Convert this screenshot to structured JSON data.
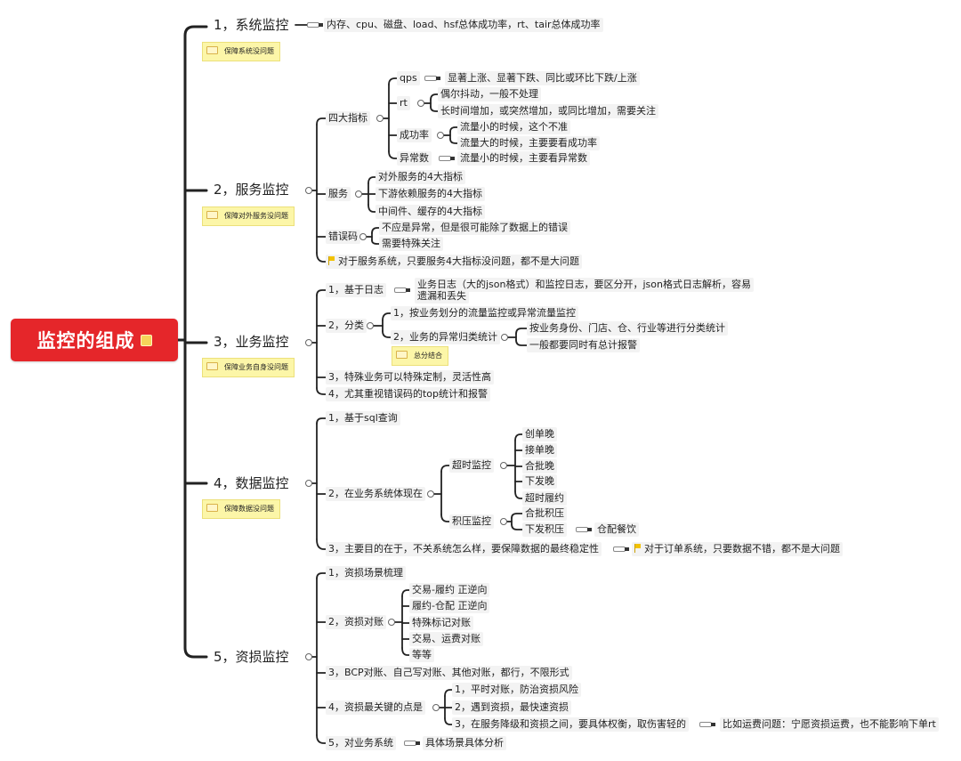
{
  "root": {
    "label": "监控的组成"
  },
  "branches": [
    {
      "title": "1，系统监控",
      "note": "保障系统没问题",
      "detail": "内存、cpu、磁盘、load、hsf总体成功率，rt、tair总体成功率"
    },
    {
      "title": "2，服务监控",
      "note": "保障对外服务没问题",
      "groups": [
        {
          "label": "四大指标",
          "items": [
            {
              "label": "qps",
              "children": [
                "显著上涨、显著下跌、同比或环比下跌/上涨"
              ]
            },
            {
              "label": "rt",
              "children": [
                "偶尔抖动，一般不处理",
                "长时间增加，或突然增加，或同比增加，需要关注"
              ]
            },
            {
              "label": "成功率",
              "children": [
                "流量小的时候，这个不准",
                "流量大的时候，主要要看成功率"
              ]
            },
            {
              "label": "异常数",
              "children": [
                "流量小的时候，主要看异常数"
              ]
            }
          ]
        },
        {
          "label": "服务",
          "items": [
            "对外服务的4大指标",
            "下游依赖服务的4大指标",
            "中间件、缓存的4大指标"
          ]
        },
        {
          "label": "错误码",
          "items": [
            "不应是异常，但是很可能除了数据上的错误",
            "需要特殊关注"
          ]
        }
      ],
      "flag_note": "对于服务系统，只要服务4大指标没问题，都不是大问题"
    },
    {
      "title": "3，业务监控",
      "note": "保障业务自身没问题",
      "item1": {
        "label": "1，基于日志",
        "line1": "业务日志（大的json格式）和监控日志，要区分开，json格式日志解析，容易",
        "line2": "遗漏和丢失"
      },
      "item2": {
        "label": "2，分类",
        "sub1": "1，按业务划分的流量监控或异常流量监控",
        "sub2": "2，业务的异常归类统计",
        "sub2_children": [
          "按业务身份、门店、仓、行业等进行分类统计",
          "一般都要同时有总计报警"
        ],
        "note": "总分结合"
      },
      "item3": "3，特殊业务可以特殊定制，灵活性高",
      "item4": "4，尤其重视错误码的top统计和报警"
    },
    {
      "title": "4，数据监控",
      "note": "保障数据没问题",
      "item1": "1，基于sql查询",
      "item2": {
        "label": "2，在业务系统体现在",
        "timeout": {
          "label": "超时监控",
          "items": [
            "创单晚",
            "接单晚",
            "合批晚",
            "下发晚",
            "超时履约"
          ]
        },
        "backlog": {
          "label": "积压监控",
          "items": [
            "合批积压",
            "下发积压"
          ],
          "subitem": "仓配餐饮"
        }
      },
      "item3": "3，主要目的在于，不关系统怎么样，要保障数据的最终稳定性",
      "item3_flag": "对于订单系统，只要数据不错，都不是大问题"
    },
    {
      "title": "5，资损监控",
      "item1": "1，资损场景梳理",
      "item2": {
        "label": "2，资损对账",
        "items": [
          "交易-履约 正逆向",
          "履约-仓配 正逆向",
          "特殊标记对账",
          "交易、运费对账",
          "等等"
        ]
      },
      "item3": "3，BCP对账、自己写对账、其他对账，都行，不限形式",
      "item4": {
        "label": "4，资损最关键的点是",
        "items": [
          "1，平时对账，防治资损风险",
          "2，遇到资损，最快速资损",
          "3，在服务降级和资损之间，要具体权衡，取伤害轻的"
        ],
        "item3_child": "比如运费问题：宁愿资损运费，也不能影响下单rt"
      },
      "item5": {
        "label": "5，对业务系统",
        "child": "具体场景具体分析"
      }
    }
  ],
  "colors": {
    "root": "#e5262a",
    "line": "#222222",
    "note": "#fcf6a8"
  }
}
